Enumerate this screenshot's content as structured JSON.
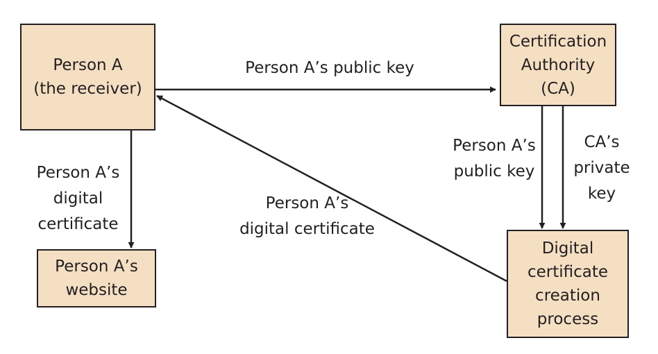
{
  "nodes": {
    "person_a": {
      "lines": [
        "Person A",
        "(the receiver)"
      ]
    },
    "ca": {
      "lines": [
        "Certification",
        "Authority",
        "(CA)"
      ]
    },
    "website": {
      "lines": [
        "Person A’s",
        "website"
      ]
    },
    "dcc": {
      "lines": [
        "Digital",
        "certificate",
        "creation",
        "process"
      ]
    }
  },
  "edges": {
    "a_to_ca": {
      "lines": [
        "Person A’s public key"
      ]
    },
    "a_to_website": {
      "lines": [
        "Person A’s",
        "digital",
        "certificate"
      ]
    },
    "dcc_to_a": {
      "lines": [
        "Person A’s",
        "digital certificate"
      ]
    },
    "ca_pub_to_dcc": {
      "lines": [
        "Person A’s",
        "public key"
      ]
    },
    "ca_priv_to_dcc": {
      "lines": [
        "CA’s",
        "private",
        "key"
      ]
    }
  },
  "colors": {
    "box_fill": "#f5dfc3",
    "stroke": "#231f20"
  }
}
